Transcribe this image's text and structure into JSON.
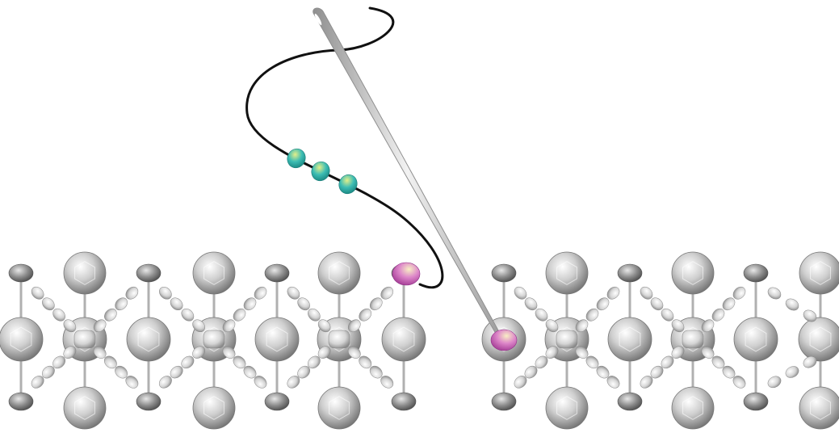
{
  "figure": {
    "kind": "beadwork-stitch-illustration",
    "text": []
  },
  "pattern": {
    "columns_per_panel": 7,
    "panels": 2,
    "bead_colors": {
      "faceted_round": "#b8b8b8",
      "rondelle_dark": "#7a7a7a",
      "seed_bead": "#d9d9d9",
      "strand_thread": "#b0b0b0"
    }
  },
  "working_thread": {
    "color": "#111111",
    "strung_beads": 3,
    "strung_bead_color": "#2fb9b1",
    "strung_bead_highlight": "#d8e67a"
  },
  "needle": {
    "color": "#c7c7c7",
    "shade": "#8f8f8f"
  },
  "highlighted_beads": {
    "count": 2,
    "color": "#c04fb0",
    "highlight": "#f6e6b0"
  }
}
